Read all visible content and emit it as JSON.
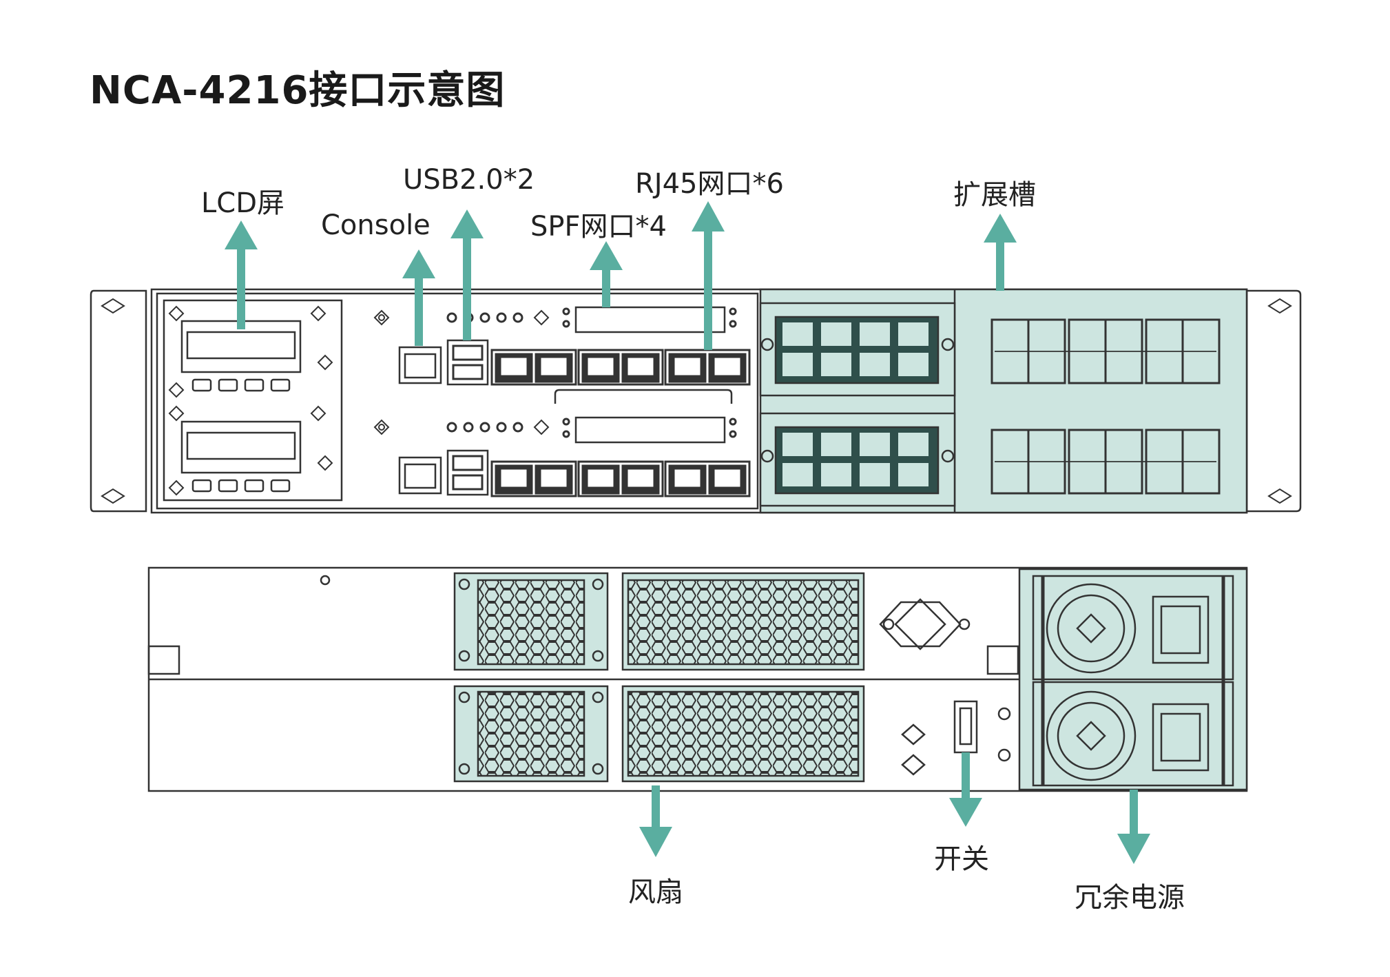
{
  "title": "NCA-4216接口示意图",
  "labels": {
    "lcd": "LCD屏",
    "console": "Console",
    "usb": "USB2.0*2",
    "sfp": "SPF网口*4",
    "rj45": "RJ45网口*6",
    "expansion": "扩展槽",
    "fan": "风扇",
    "switch": "开关",
    "psu": "冗余电源"
  },
  "colors": {
    "accent": "#5aaea0",
    "panel_fill": "#cde5e0",
    "line": "#333333"
  }
}
